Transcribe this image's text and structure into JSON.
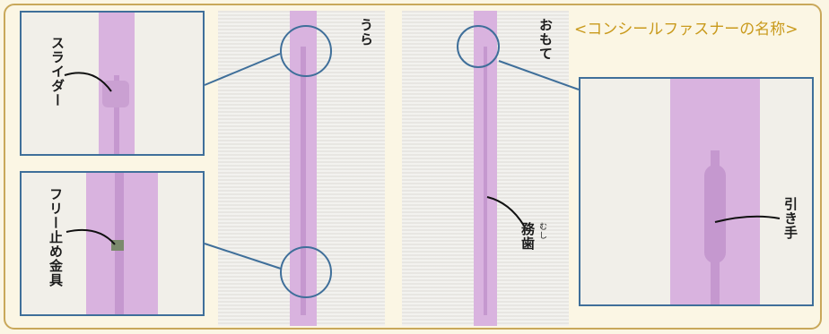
{
  "title": "<コンシールファスナーの名称>",
  "labels": {
    "slider": "スライダー",
    "free_stop": "フリー止め金具",
    "back": "うら",
    "front": "おもて",
    "teeth": "務歯",
    "teeth_ruby": "むし",
    "pull_tab": "引き手"
  },
  "colors": {
    "accent": "#c99a1c",
    "line": "#3f6f9a",
    "zipper": "#d9b3df"
  }
}
